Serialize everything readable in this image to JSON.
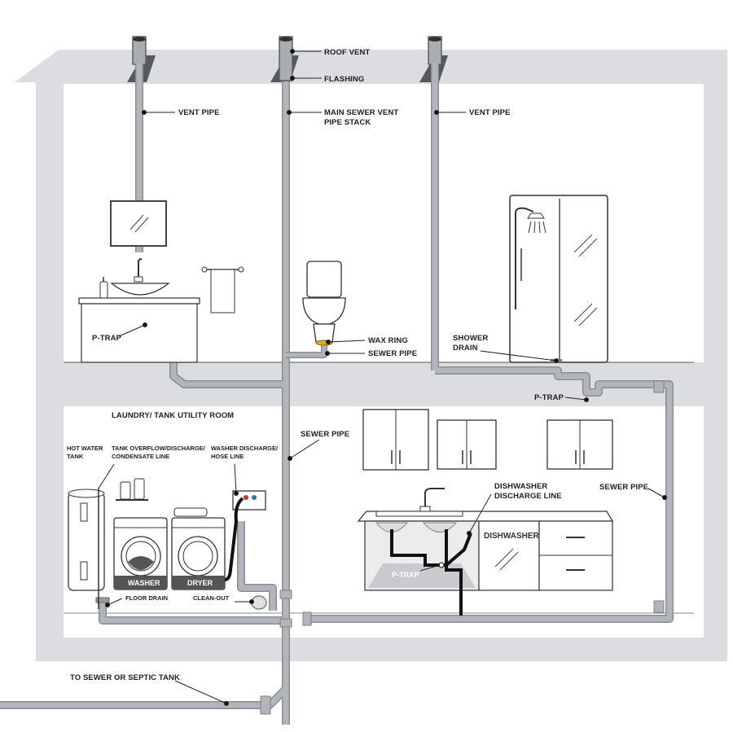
{
  "colors": {
    "house": "#dcdde0",
    "pipe": "#a9acb0",
    "pipe_edge": "#7d8085",
    "black_line": "#111111",
    "flashing": "#55585c"
  },
  "labels": {
    "roof_vent": "ROOF VENT",
    "flashing": "FLASHING",
    "vent_pipe_left": "VENT PIPE",
    "main_stack_1": "MAIN SEWER VENT",
    "main_stack_2": "PIPE STACK",
    "vent_pipe_right": "VENT PIPE",
    "p_trap_bath": "P-TRAP",
    "wax_ring": "WAX RING",
    "sewer_pipe_toilet": "SEWER PIPE",
    "shower_drain_1": "SHOWER",
    "shower_drain_2": "DRAIN",
    "p_trap_shower": "P-TRAP",
    "laundry_room": "LAUNDRY/ TANK UTILITY ROOM",
    "sewer_pipe_mid": "SEWER PIPE",
    "hot_water_1": "HOT WATER",
    "hot_water_2": "TANK",
    "overflow_1": "TANK OVERFLOW/DISCHARGE/",
    "overflow_2": "CONDENSATE LINE",
    "washer_discharge_1": "WASHER DISCHARGE/",
    "washer_discharge_2": "HOSE LINE",
    "washer": "WASHER",
    "dryer": "DRYER",
    "floor_drain": "FLOOR DRAIN",
    "clean_out": "CLEAN-OUT",
    "dishwasher_discharge_1": "DISHWASHER",
    "dishwasher_discharge_2": "DISCHARGE LINE",
    "dishwasher": "DISHWASHER",
    "p_trap_kitchen": "P-TRAP",
    "sewer_pipe_right": "SEWER PIPE",
    "to_sewer": "TO SEWER OR SEPTIC TANK"
  },
  "icons": [
    "roof-vent-icon",
    "mirror-icon",
    "faucet-icon",
    "towel-bar-icon",
    "toilet-icon",
    "shower-icon",
    "water-heater-icon",
    "washer-icon",
    "dryer-icon",
    "kitchen-sink-icon",
    "cabinet-icon"
  ]
}
